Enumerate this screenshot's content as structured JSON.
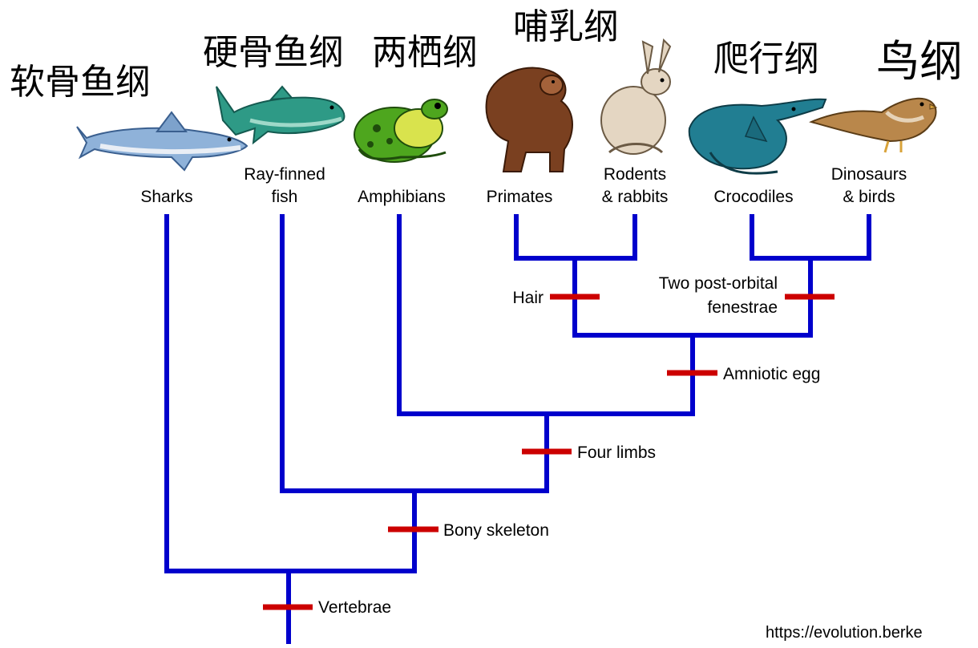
{
  "chinese_labels": {
    "chondrichthyes": "软骨鱼纲",
    "osteichthyes": "硬骨鱼纲",
    "amphibia": "两栖纲",
    "mammalia": "哺乳纲",
    "reptilia": "爬行纲",
    "aves": "鸟纲"
  },
  "taxa": {
    "sharks": "Sharks",
    "ray_finned_1": "Ray-finned",
    "ray_finned_2": "fish",
    "amphibians": "Amphibians",
    "primates": "Primates",
    "rodents_1": "Rodents",
    "rodents_2": "& rabbits",
    "crocodiles": "Crocodiles",
    "dinosaurs_1": "Dinosaurs",
    "dinosaurs_2": "& birds"
  },
  "traits": {
    "hair": "Hair",
    "post_orbital_1": "Two post-orbital",
    "post_orbital_2": "fenestrae",
    "amniotic_egg": "Amniotic egg",
    "four_limbs": "Four limbs",
    "bony_skeleton": "Bony skeleton",
    "vertebrae": "Vertebrae"
  },
  "source_url": "https://evolution.berke",
  "colors": {
    "branch": "#0000cc",
    "trait_bar": "#cc0000",
    "text": "#000000"
  },
  "icons": [
    "shark-icon",
    "tuna-icon",
    "frog-icon",
    "ape-icon",
    "rabbit-icon",
    "crocodile-icon",
    "sparrow-icon"
  ]
}
